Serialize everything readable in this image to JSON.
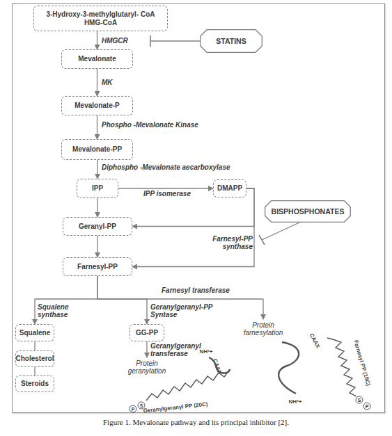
{
  "diagram": {
    "caption": "Figure 1. Mevalonate pathway and its principal inhibitor [2].",
    "nodes": [
      {
        "text": [
          "3-Hydroxy-3-methylglutaryl- CoA",
          "HMG-CoA"
        ]
      },
      {
        "text": [
          "STATINS"
        ]
      },
      {
        "text": [
          "Mevalonate"
        ]
      },
      {
        "text": [
          "Mevalonate-P"
        ]
      },
      {
        "text": [
          "Mevalonate-PP"
        ]
      },
      {
        "text": [
          "IPP"
        ]
      },
      {
        "text": [
          "DMAPP"
        ]
      },
      {
        "text": [
          "BISPHOSPHONATES"
        ]
      },
      {
        "text": [
          "Geranyl-PP"
        ]
      },
      {
        "text": [
          "Farnesyl-PP"
        ]
      },
      {
        "text": [
          "Squalene"
        ]
      },
      {
        "text": [
          "GG-PP"
        ]
      },
      {
        "text": [
          "Cholesterol"
        ]
      },
      {
        "text": [
          "Steroids"
        ]
      }
    ],
    "edges": [
      {
        "from": 0,
        "to": 2,
        "arrow": "to",
        "label": "HMGCR"
      },
      {
        "from": 2,
        "to": 3,
        "arrow": "to",
        "label": "MK"
      },
      {
        "from": 3,
        "to": 4,
        "arrow": "to",
        "label": "Phospho -Mevalonate Kinase"
      },
      {
        "from": 4,
        "to": 5,
        "arrow": "to",
        "label": "Diphospho -Mevalonate aecarboxylase"
      },
      {
        "from": 5,
        "to": 6,
        "arrow": "to",
        "label": "IPP isomerase"
      },
      {
        "from": 5,
        "to": 8,
        "arrow": "to"
      },
      {
        "from": 6,
        "to": 8,
        "arrow": "to"
      },
      {
        "from": 6,
        "to": 9,
        "arrow": "to"
      },
      {
        "from": 8,
        "to": 9,
        "arrow": "to"
      },
      {
        "from": 9,
        "to": 10,
        "arrow": "to",
        "label": "Squalene synthase"
      },
      {
        "from": 9,
        "to": 11,
        "arrow": "to",
        "label": "Geranylgeranyl-PP Syntase"
      },
      {
        "from": 10,
        "to": 12,
        "arrow": "none"
      },
      {
        "from": 12,
        "to": 13,
        "arrow": "none"
      }
    ],
    "labels": [
      "Farnesyl-PP synthase",
      "Farnesyl transferase",
      "Protein farnesylation",
      "Protein geranylation",
      "Geranylgeranyl transferase",
      "NH³+",
      "CAAX",
      "Geranylgeranyl PP (20C)",
      "S",
      "P",
      "NH³+",
      "CAAX",
      "Farnesyl PP (15C)",
      "S",
      "P"
    ]
  }
}
